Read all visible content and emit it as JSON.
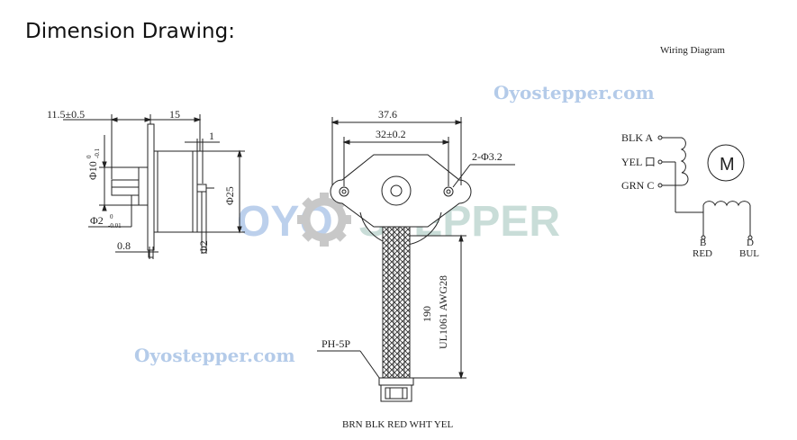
{
  "title": "Dimension Drawing:",
  "wiring_title": "Wiring Diagram",
  "watermarks": {
    "top": "Oyostepper.com",
    "bottom": "Oyostepper.com",
    "center_left": "OYO",
    "center_right": "STEPPER"
  },
  "side_view": {
    "dim_11_5": "11.5±0.5",
    "dim_15": "15",
    "dim_1": "1",
    "dim_phi10": "Φ10",
    "dim_phi10_tol_upper": "0",
    "dim_phi10_tol_lower": "-0.1",
    "dim_phi25": "Φ25",
    "dim_phi2_shaft": "Φ2",
    "dim_phi2_tol_upper": "0",
    "dim_phi2_tol_lower": "-0.01",
    "dim_0_8": "0.8",
    "dim_phi2_bottom": "Φ2"
  },
  "front_view": {
    "dim_37_6": "37.6",
    "dim_32": "32±0.2",
    "dim_holes": "2-Φ3.2",
    "dim_190": "190",
    "cable_spec": "UL1061 AWG28",
    "connector": "PH-5P",
    "wire_colors": "BRN BLK RED WHT YEL"
  },
  "wiring": {
    "blk": "BLK A",
    "yel": "YEL 口",
    "grn": "GRN C",
    "motor": "M",
    "b_label": "B",
    "b_color": "RED",
    "d_label": "D",
    "d_color": "BUL"
  },
  "colors": {
    "watermark_blue": "#aac3e6",
    "watermark_gray": "#c9c9c9"
  }
}
